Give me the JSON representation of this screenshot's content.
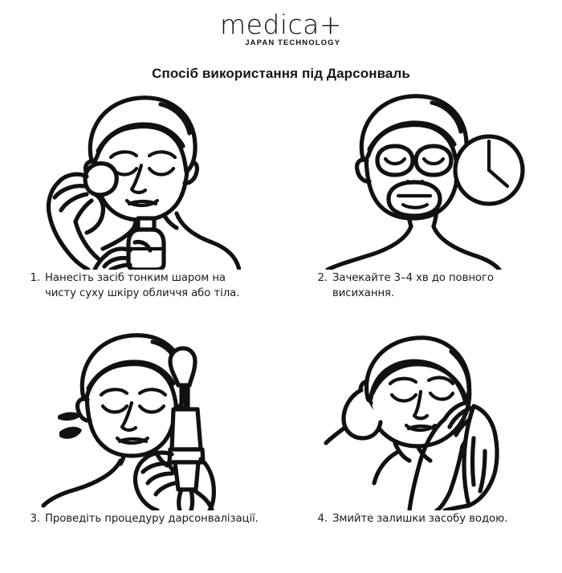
{
  "brand": {
    "logo_text": "medica+",
    "logo_tagline": "JAPAN TECHNOLOGY",
    "logo_color": "#111111"
  },
  "header": {
    "title": "Спосіб використання під Дарсонваль"
  },
  "colors": {
    "background": "#ffffff",
    "line": "#111111",
    "text": "#1b1b1f"
  },
  "steps": [
    {
      "number": "1.",
      "text": "Нанесіть засіб тонким шаром на чисту суху шкіру обличчя або тіла.",
      "illustration": "woman-applying-product-with-cotton-pad"
    },
    {
      "number": "2.",
      "text": "Зачекайте 3–4 хв до повного висихання.",
      "illustration": "woman-with-sheet-mask-and-clock"
    },
    {
      "number": "3.",
      "text": "Проведіть процедуру дарсонвалізації.",
      "illustration": "woman-using-darsonval-device"
    },
    {
      "number": "4.",
      "text": "Змийте залишки засобу водою.",
      "illustration": "woman-wiping-face-with-towel"
    }
  ]
}
